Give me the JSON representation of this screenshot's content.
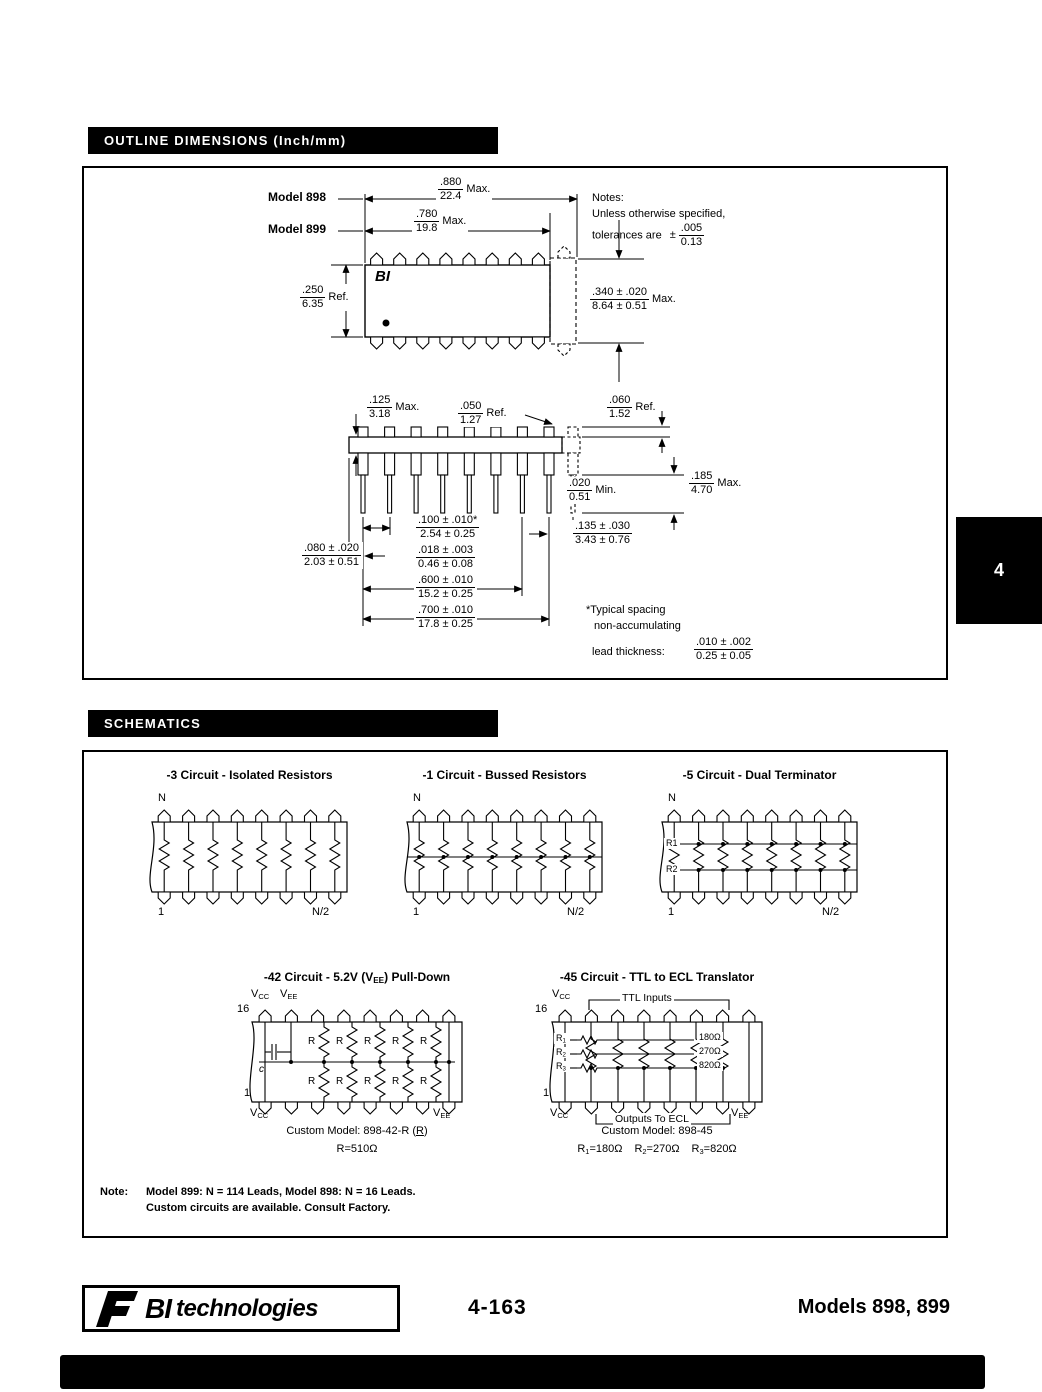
{
  "sections": {
    "outline_header": "OUTLINE DIMENSIONS (Inch/mm)",
    "schematics_header": "SCHEMATICS",
    "tab_number": "4"
  },
  "outline": {
    "model898": "Model 898",
    "model899": "Model 899",
    "notes_title": "Notes:",
    "notes_line1": "Unless otherwise specified,",
    "notes_line2": "tolerances are",
    "notes_pm": "±",
    "tol": {
      "top": ".005",
      "bot": "0.13"
    },
    "chip_logo": "BI",
    "d880": {
      "top": ".880",
      "bot": "22.4",
      "suffix": "Max."
    },
    "d780": {
      "top": ".780",
      "bot": "19.8",
      "suffix": "Max."
    },
    "d250": {
      "top": ".250",
      "bot": "6.35",
      "suffix": "Ref."
    },
    "d340": {
      "top": ".340 ± .020",
      "bot": "8.64 ± 0.51",
      "suffix": "Max."
    },
    "d125": {
      "top": ".125",
      "bot": "3.18",
      "suffix": "Max."
    },
    "d050": {
      "top": ".050",
      "bot": "1.27",
      "suffix": "Ref."
    },
    "d060": {
      "top": ".060",
      "bot": "1.52",
      "suffix": "Ref."
    },
    "d020": {
      "top": ".020",
      "bot": "0.51",
      "suffix": "Min."
    },
    "d185": {
      "top": ".185",
      "bot": "4.70",
      "suffix": "Max."
    },
    "d100": {
      "top": ".100 ± .010*",
      "bot": "2.54 ± 0.25"
    },
    "d018": {
      "top": ".018 ± .003",
      "bot": "0.46 ± 0.08"
    },
    "d080": {
      "top": ".080 ± .020",
      "bot": "2.03 ± 0.51"
    },
    "d600": {
      "top": ".600 ± .010",
      "bot": "15.2 ± 0.25"
    },
    "d700": {
      "top": ".700 ± .010",
      "bot": "17.8 ± 0.25"
    },
    "d135": {
      "top": ".135 ± .030",
      "bot": "3.43 ± 0.76"
    },
    "typical_line1": "*Typical spacing",
    "typical_line2": "non-accumulating",
    "lead_thickness_label": "lead thickness:",
    "dlead": {
      "top": ".010 ± .002",
      "bot": "0.25 ± 0.05"
    }
  },
  "schematics": {
    "vcc_base": "V",
    "vcc_sub": "CC",
    "vee_base": "V",
    "vee_sub": "EE",
    "c3": {
      "title": "-3 Circuit - Isolated Resistors",
      "pin_top": "N",
      "pin_bl": "1",
      "pin_br": "N/2"
    },
    "c1": {
      "title": "-1 Circuit - Bussed Resistors",
      "pin_top": "N",
      "pin_bl": "1",
      "pin_br": "N/2"
    },
    "c5": {
      "title": "-5 Circuit - Dual Terminator",
      "pin_top": "N",
      "r1": "R1",
      "r2": "R2",
      "pin_bl": "1",
      "pin_br": "N/2"
    },
    "c42": {
      "title_pre": "-42 Circuit - 5.2V (V",
      "title_sub": "EE",
      "title_post": ") Pull-Down",
      "pin16": "16",
      "pin1": "1",
      "r_label": "R",
      "cap_label": "c",
      "custom_pre": "Custom Model: 898-42-R (",
      "custom_r": "R",
      "custom_post": ")",
      "r_value": "R=510Ω"
    },
    "c45": {
      "title": "-45 Circuit - TTL to ECL Translator",
      "ttl_inputs": "TTL Inputs",
      "pin16": "16",
      "pin1": "1",
      "r1_base": "R",
      "r1_sub": "1",
      "r2_base": "R",
      "r2_sub": "2",
      "r3_base": "R",
      "r3_sub": "3",
      "ohm1": "180Ω",
      "ohm2": "270Ω",
      "ohm3": "820Ω",
      "outputs": "Outputs To ECL",
      "custom": "Custom Model: 898-45",
      "rv1_eq": "=180Ω",
      "rv2_eq": "=270Ω",
      "rv3_eq": "=820Ω"
    },
    "note_label": "Note:",
    "note_line1": "Model 899: N = 114 Leads, Model 898: N = 16 Leads.",
    "note_line2": "Custom circuits are available.  Consult Factory."
  },
  "footer": {
    "brand_bi": "BI",
    "brand_tech": "technologies",
    "page_number": "4-163",
    "models": "Models 898, 899"
  }
}
